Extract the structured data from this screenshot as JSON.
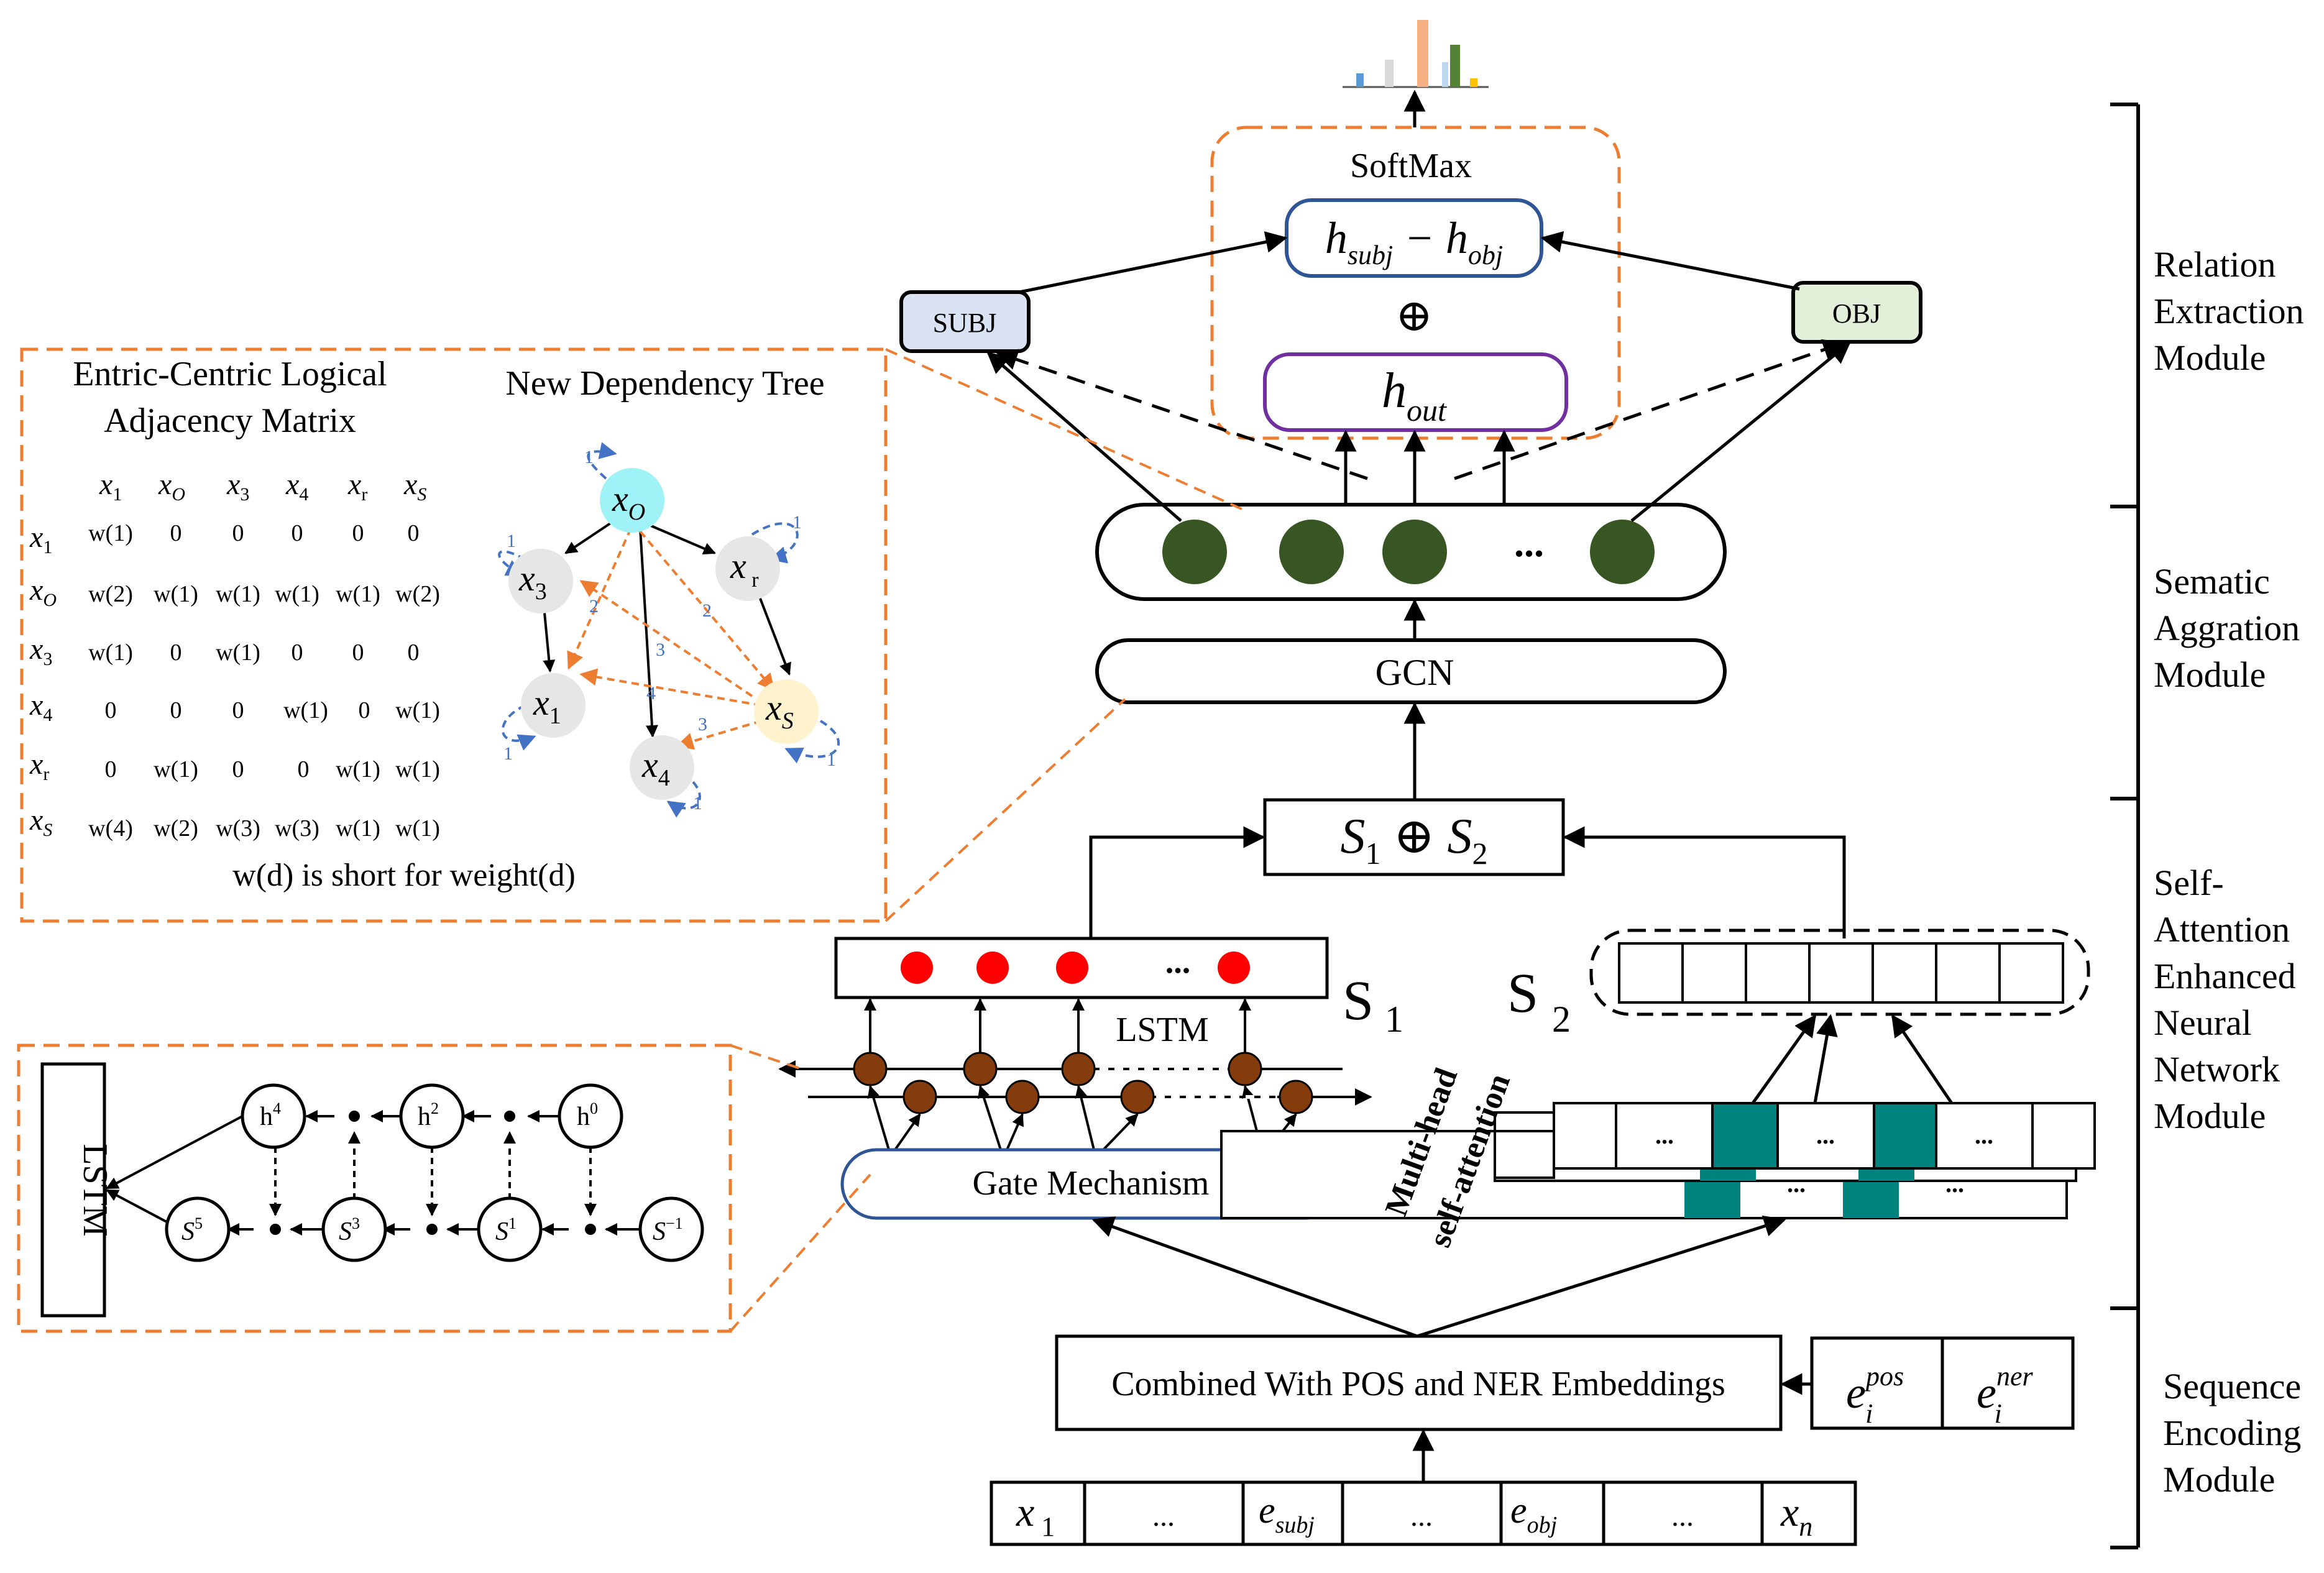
{
  "colors": {
    "orange_dash": "#ed7d31",
    "blue_box": "#2f5597",
    "purple_box": "#7030a0",
    "subj_fill": "#dae3f3",
    "obj_fill": "#e2f0d9",
    "dark_green": "#375623",
    "red_dot": "#ff0000",
    "brown_dot": "#843c0c",
    "teal": "#00827f",
    "cyan_node": "#9ff3f7",
    "yellow_node": "#fff2cc",
    "gray_node": "#e7e6e6",
    "blue_loop": "#4472c4"
  },
  "modules": {
    "relation": [
      "Relation",
      "Extraction",
      "Module"
    ],
    "aggregation": [
      "Sematic",
      "Aggration",
      "Module"
    ],
    "attention": [
      "Self-",
      "Attention",
      "Enhanced",
      "Neural",
      "Network",
      "Module"
    ],
    "encoding": [
      "Sequence",
      "Encoding",
      "Module"
    ]
  },
  "top": {
    "softmax": "SoftMax",
    "subj": "SUBJ",
    "obj": "OBJ",
    "oplus": "⊕",
    "ellipsis": "..."
  },
  "gcn": {
    "label": "GCN"
  },
  "merge": {
    "label": "⊕"
  },
  "s_labels": {
    "s": "S",
    "one": "1",
    "two": "2"
  },
  "lstm_label": "LSTM",
  "gate": "Gate Mechanism",
  "multihead": [
    "Multi-head",
    "self-attention"
  ],
  "embed_text": "Combined With POS and NER Embeddings",
  "input_seq": [
    "...",
    "...",
    "..."
  ],
  "matrix": {
    "title": [
      "Entric-Centric Logical",
      "Adjacency Matrix"
    ],
    "tree_title": "New Dependency Tree",
    "footnote": "w(d) is short for weight(d)",
    "rows": [
      [
        "w(1)",
        "0",
        "0",
        "0",
        "0",
        "0"
      ],
      [
        "w(2)",
        "w(1)",
        "w(1)",
        "w(1)",
        "w(1)",
        "w(2)"
      ],
      [
        "w(1)",
        "0",
        "w(1)",
        "0",
        "0",
        "0"
      ],
      [
        "0",
        "0",
        "0",
        "w(1)",
        "0",
        "w(1)"
      ],
      [
        "0",
        "w(1)",
        "0",
        "0",
        "w(1)",
        "w(1)"
      ],
      [
        "w(4)",
        "w(2)",
        "w(3)",
        "w(3)",
        "w(1)",
        "w(1)"
      ]
    ]
  },
  "tree_weights": [
    "1",
    "1",
    "1",
    "1",
    "1",
    "2",
    "2",
    "3",
    "4",
    "3"
  ],
  "lstm_detail": {
    "title": "LSTM"
  }
}
